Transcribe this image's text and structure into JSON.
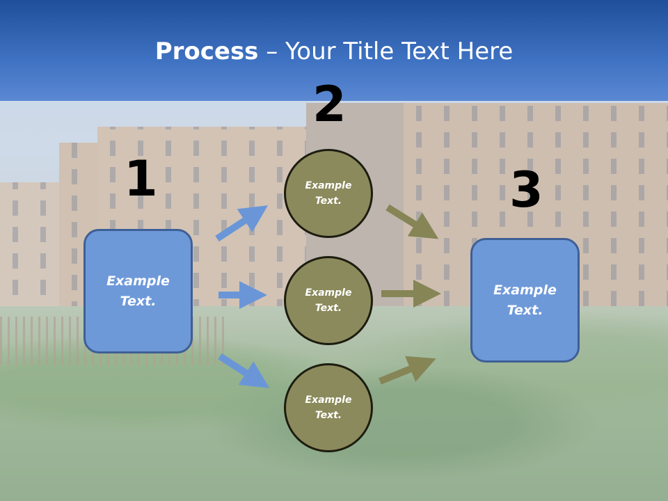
{
  "title": {
    "bold": "Process",
    "rest": " – Your Title Text Here"
  },
  "steps": {
    "one": "1",
    "two": "2",
    "three": "3"
  },
  "left_box": {
    "line1": "Example",
    "line2": "Text."
  },
  "right_box": {
    "line1": "Example",
    "line2": "Text."
  },
  "circles": [
    {
      "line1": "Example",
      "line2": "Text."
    },
    {
      "line1": "Example",
      "line2": "Text."
    },
    {
      "line1": "Example",
      "line2": "Text."
    }
  ],
  "colors": {
    "header": "#3f72c2",
    "box_fill": "#6e99d9",
    "box_border": "#3e5f95",
    "circle_fill": "#8b8a5c",
    "arrow_blue": "#6a96d8",
    "arrow_olive": "#858556"
  }
}
